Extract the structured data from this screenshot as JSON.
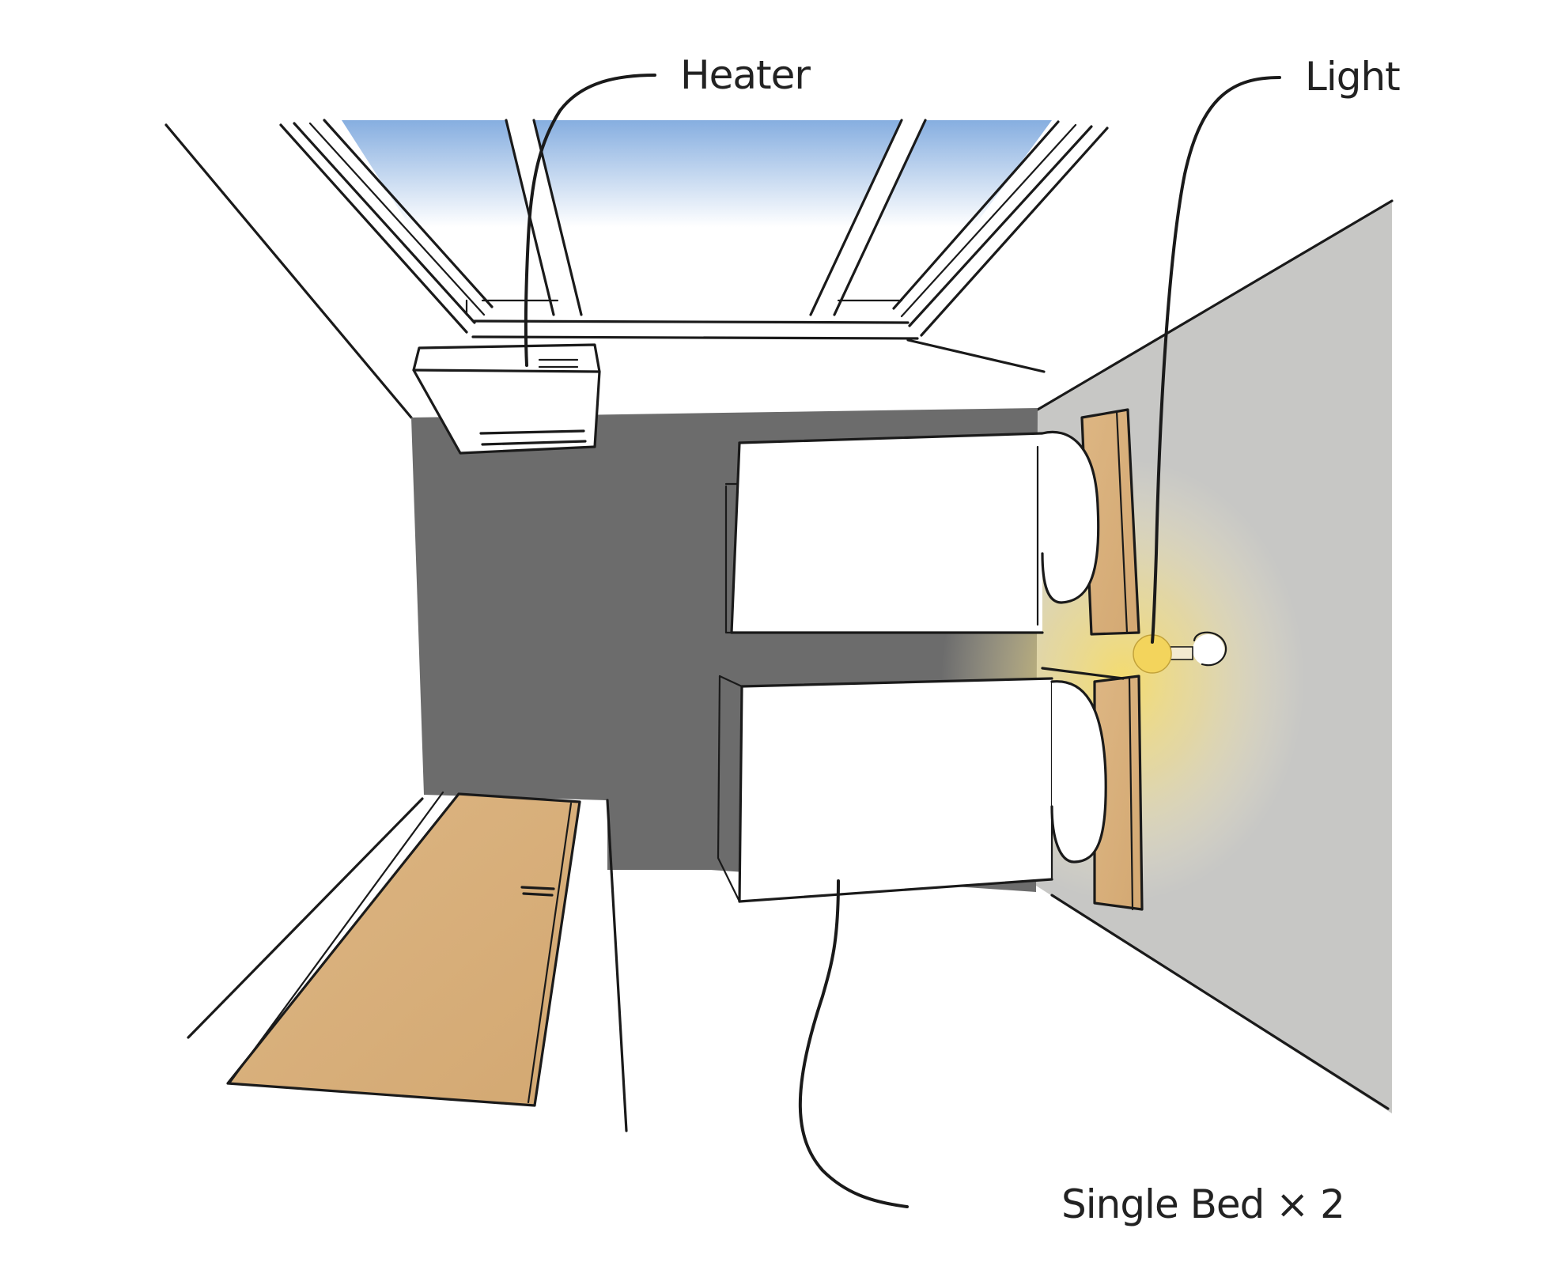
{
  "labels": {
    "heater": "Heater",
    "light": "Light",
    "beds": "Single Bed × 2"
  },
  "colors": {
    "floor": "#6c6c6c",
    "wall": "#c7c7c5",
    "wood": "#d9b07c",
    "sky_top": "#86aee0",
    "lamp_glow": "#f6dc6a",
    "ink": "#1a1a1a"
  }
}
